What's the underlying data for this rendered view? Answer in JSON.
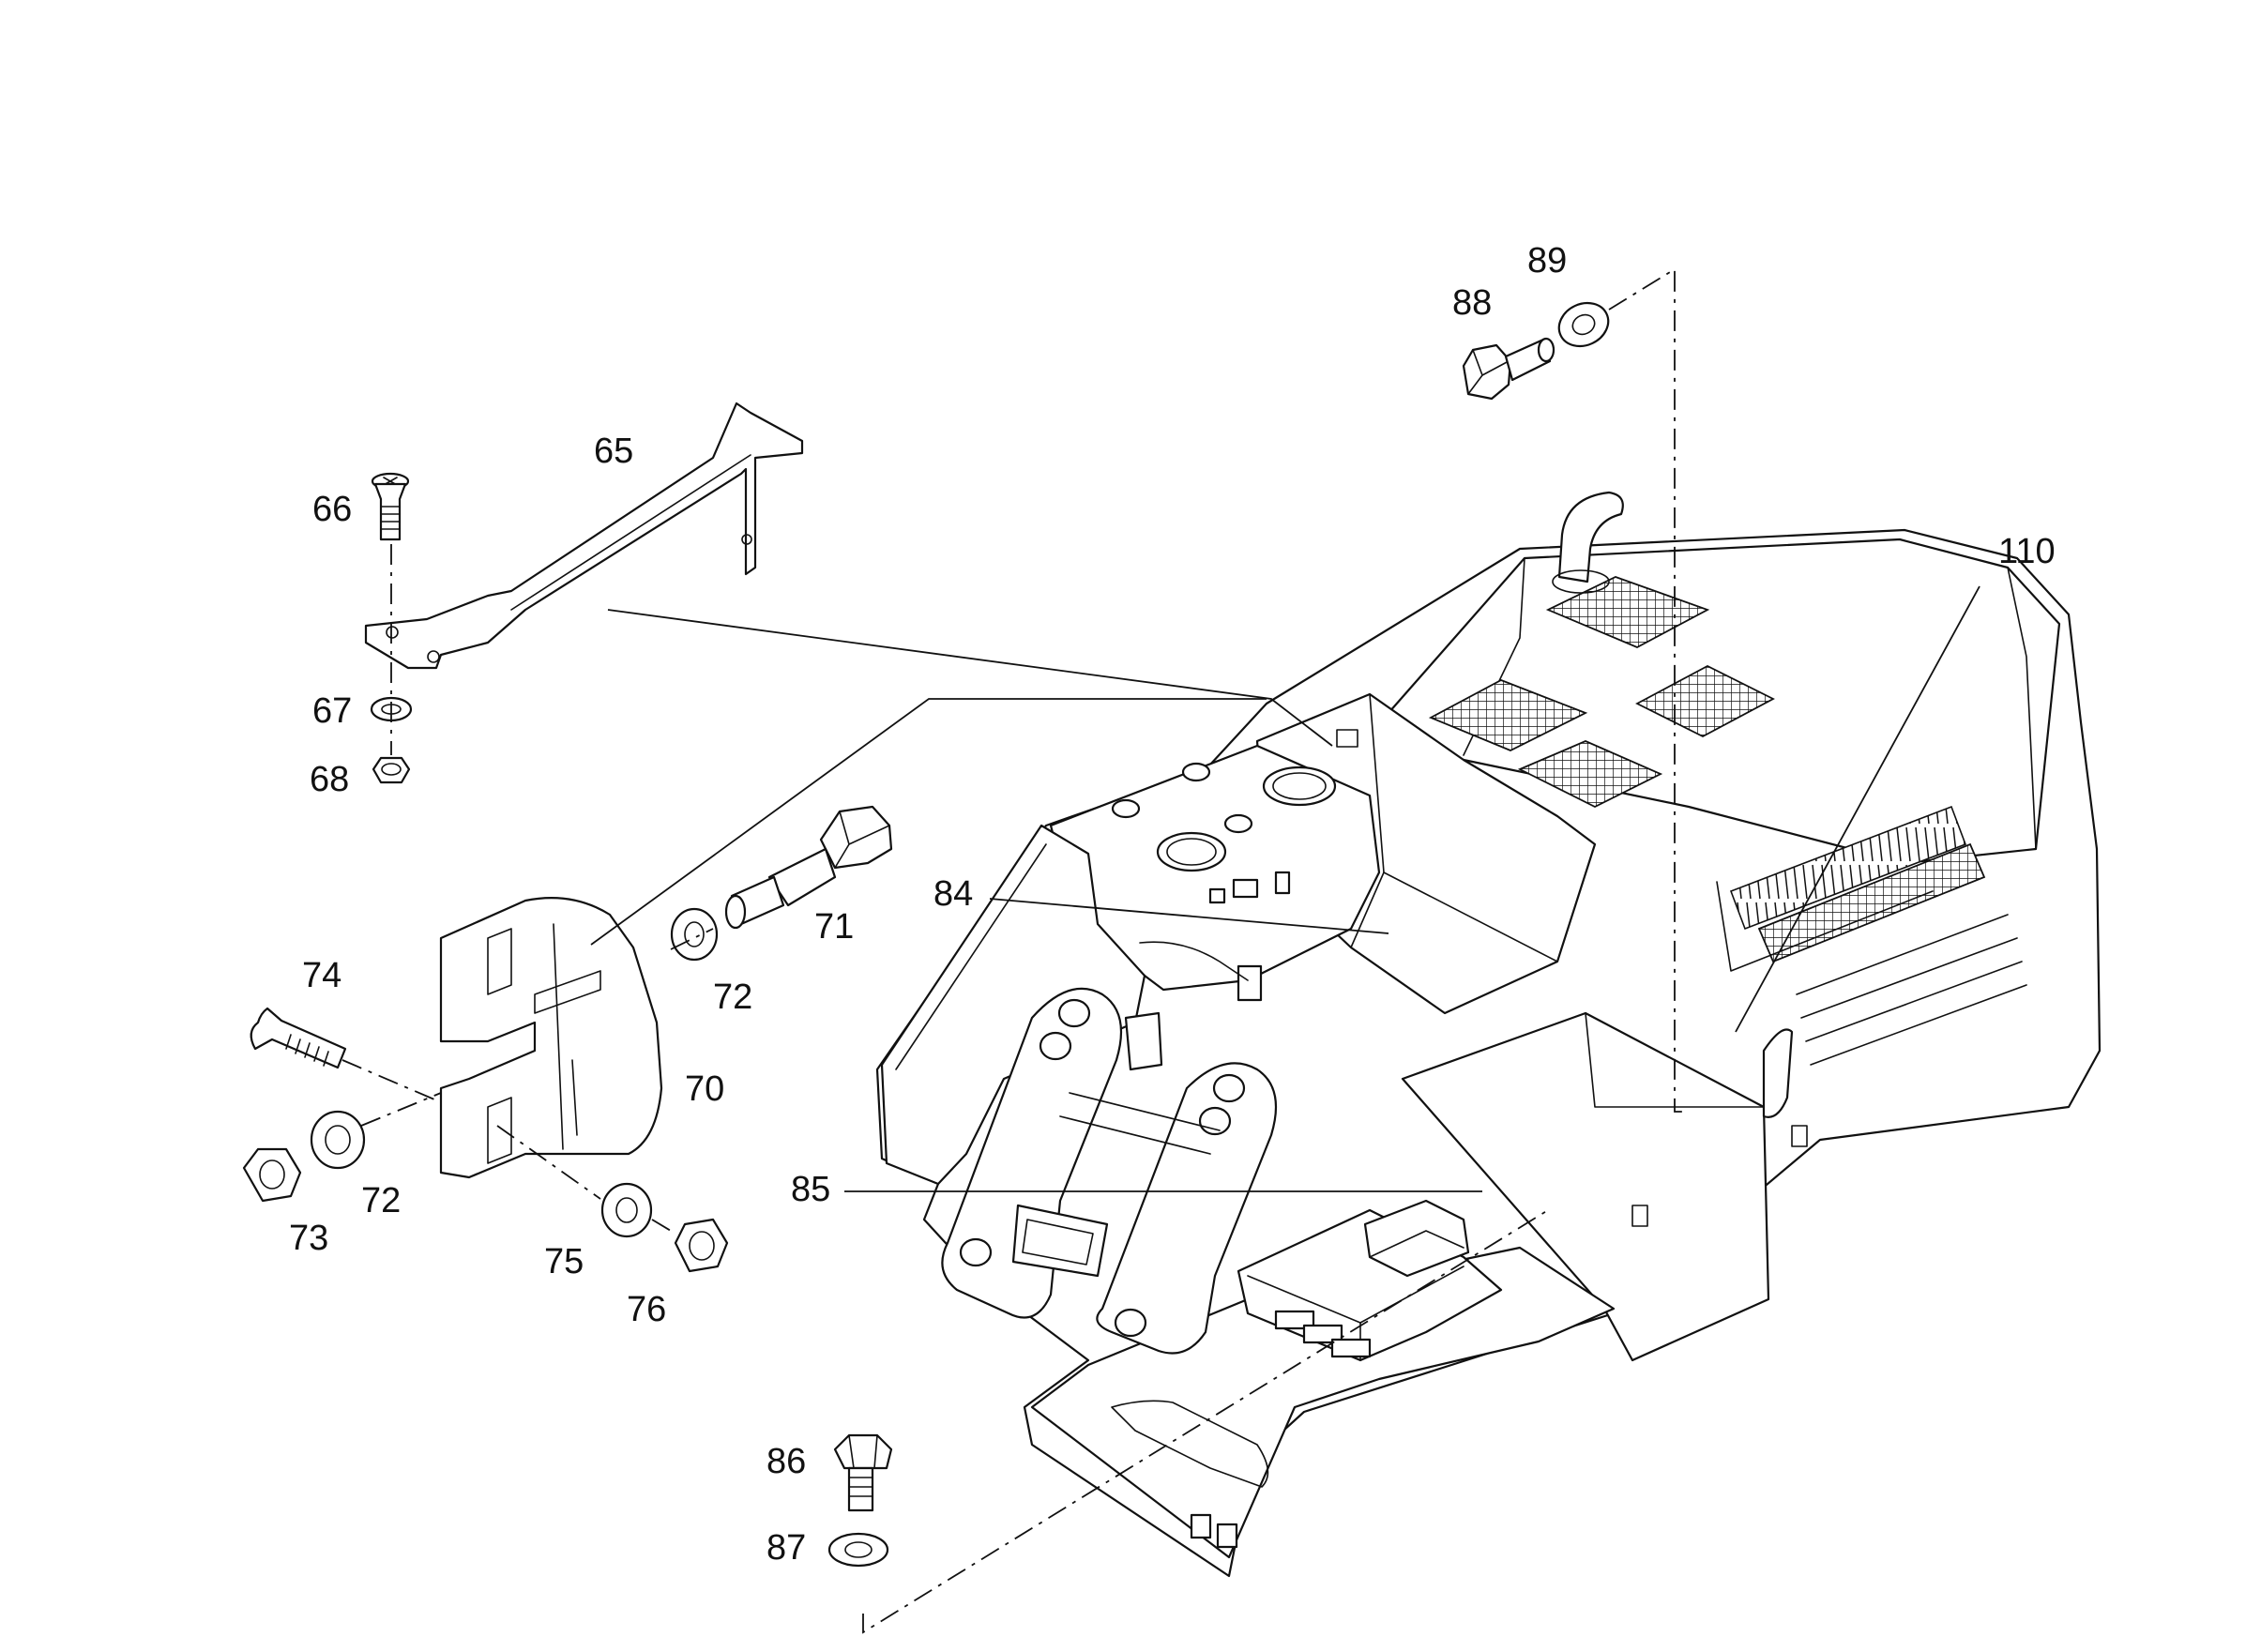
{
  "diagram": {
    "callouts": {
      "c65": "65",
      "c66": "66",
      "c67": "67",
      "c68": "68",
      "c70": "70",
      "c71": "71",
      "c72a": "72",
      "c72b": "72",
      "c73": "73",
      "c74": "74",
      "c75": "75",
      "c76": "76",
      "c84": "84",
      "c85": "85",
      "c86": "86",
      "c87": "87",
      "c88": "88",
      "c89": "89",
      "c110": "110"
    },
    "line_color": "#111111",
    "background": "#ffffff"
  }
}
